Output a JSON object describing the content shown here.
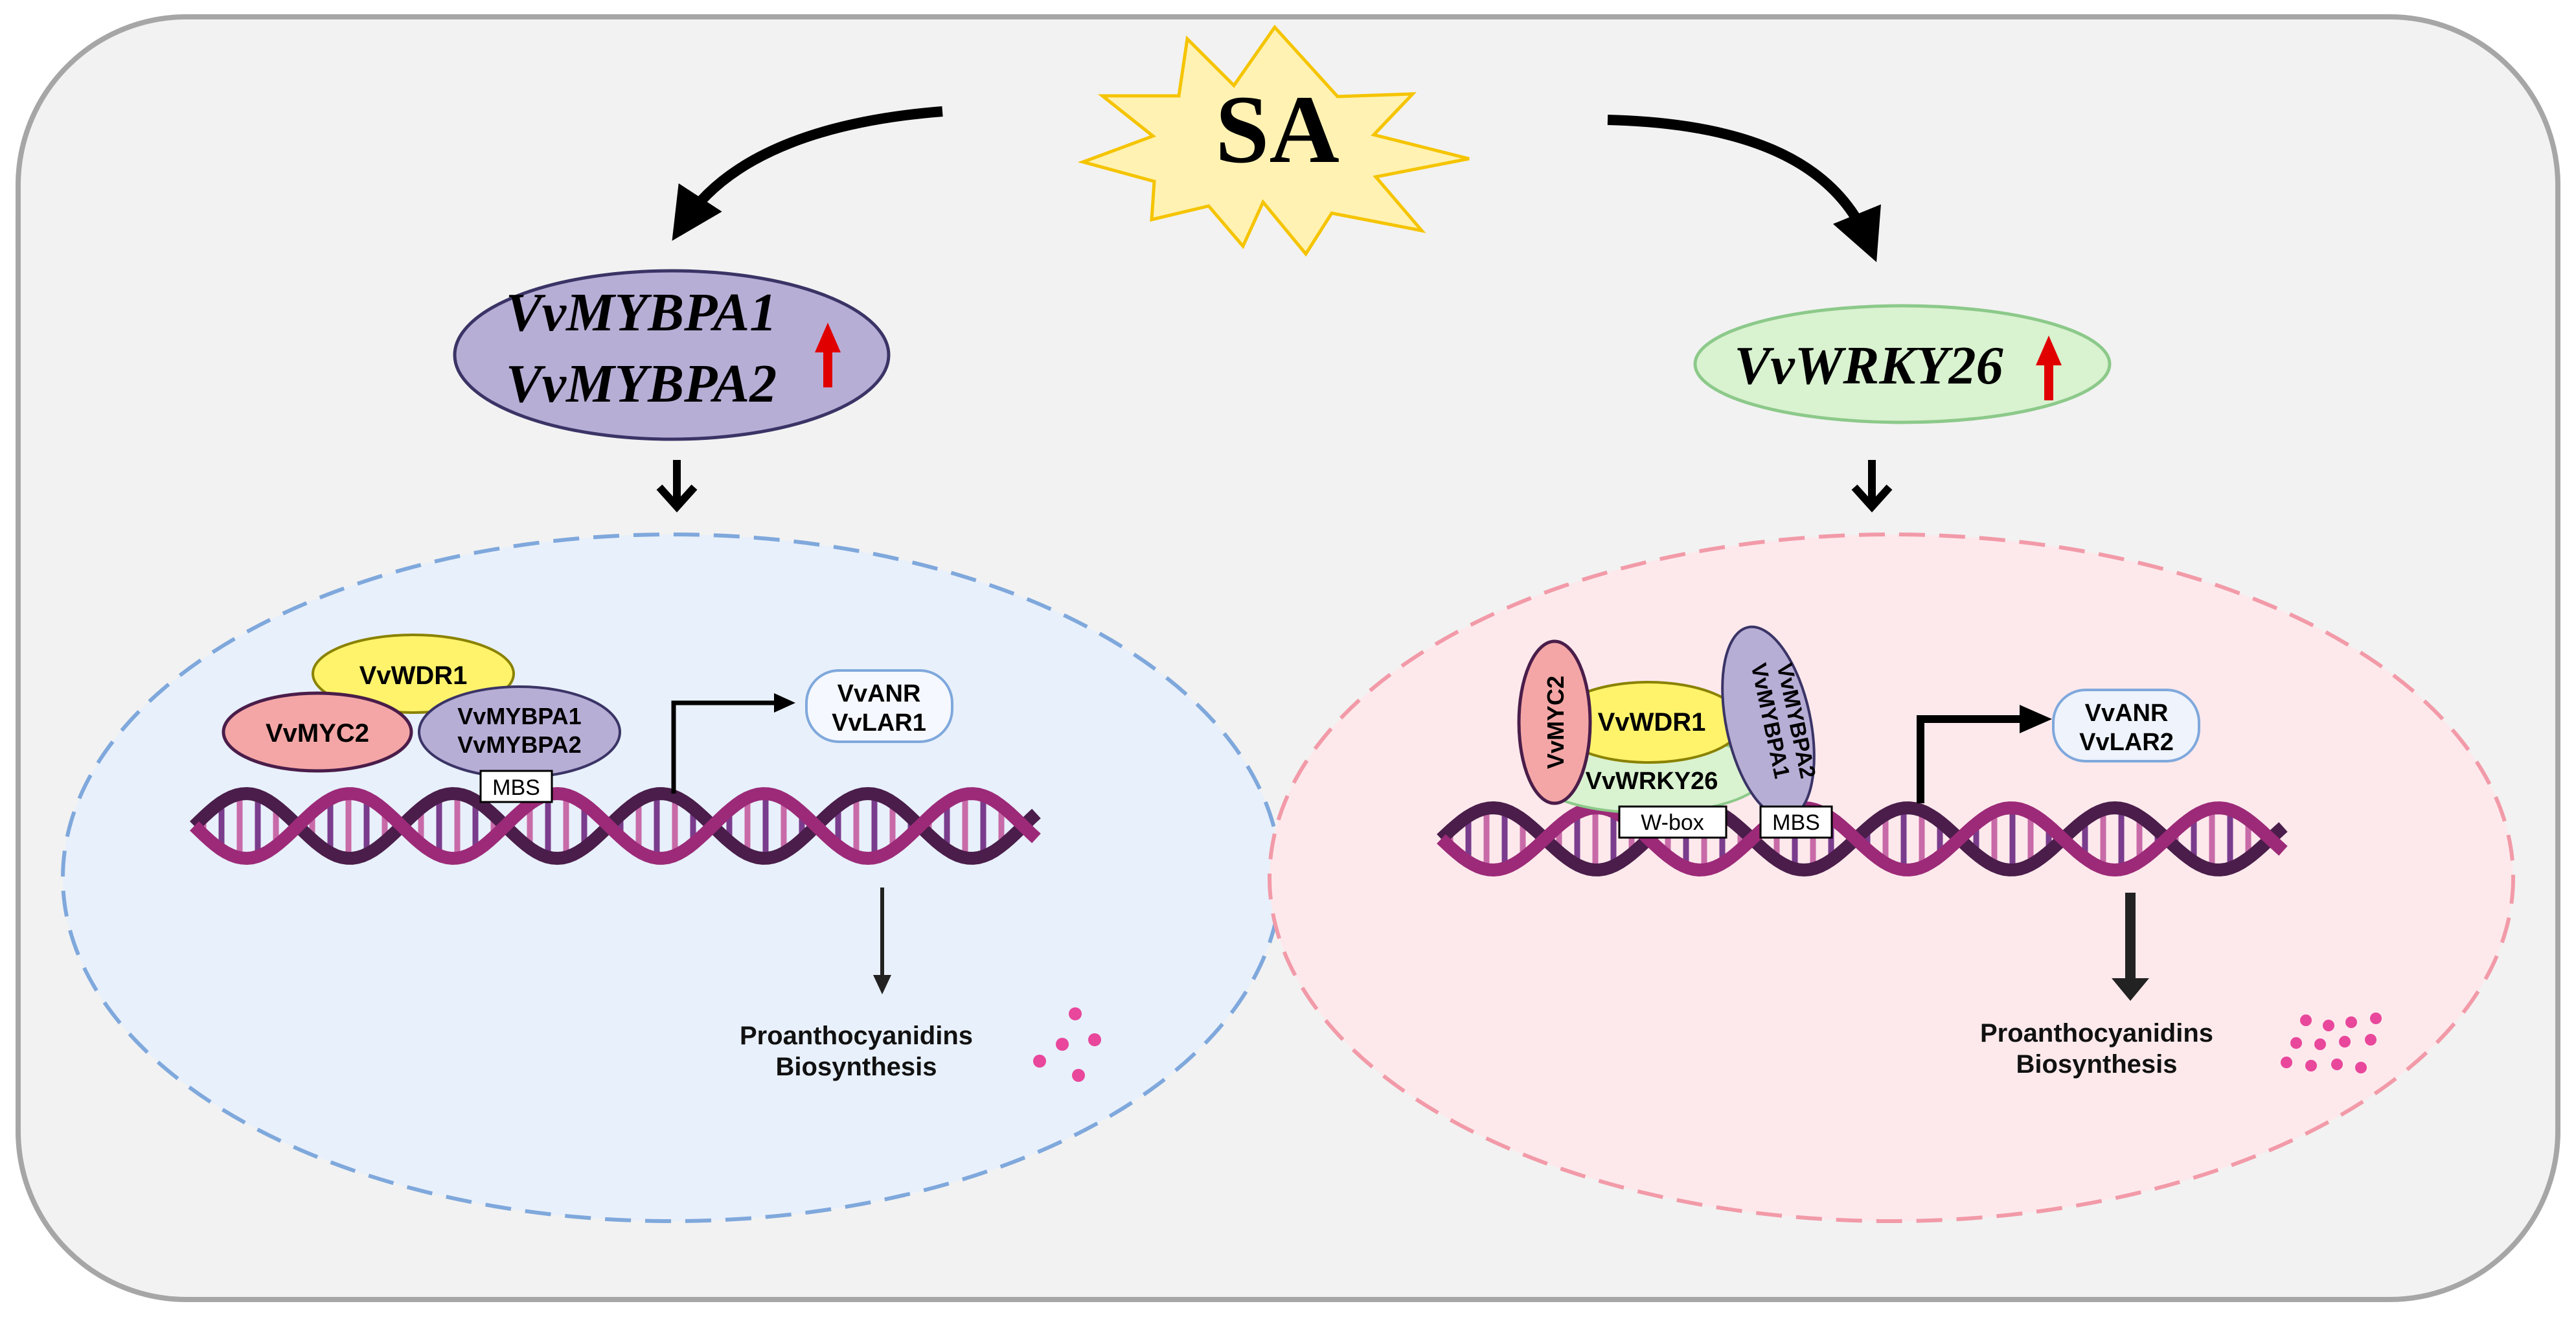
{
  "stimulus": {
    "label": "SA"
  },
  "left_pathway": {
    "genes": [
      "VvMYBPA1",
      "VvMYBPA2"
    ],
    "complex": {
      "wdr": "VvWDR1",
      "myc": "VvMYC2",
      "mybpa_top": "VvMYBPA1",
      "mybpa_bottom": "VvMYBPA2"
    },
    "binding_site": "MBS",
    "targets": [
      "VvANR",
      "VvLAR1"
    ],
    "product": [
      "Proanthocyanidins",
      "Biosynthesis"
    ]
  },
  "right_pathway": {
    "gene": "VvWRKY26",
    "complex": {
      "myc": "VvMYC2",
      "wdr": "VvWDR1",
      "wrky": "VvWRKY26",
      "mybpa_top": "VvMYBPA1",
      "mybpa_bottom": "VvMYBPA2"
    },
    "binding_sites": [
      "W-box",
      "MBS"
    ],
    "targets": [
      "VvANR",
      "VvLAR2"
    ],
    "product": [
      "Proanthocyanidins",
      "Biosynthesis"
    ]
  },
  "colors": {
    "panel_bg": "#f2f2f2",
    "panel_border": "#a6a6a6",
    "sa_fill": "#fff2b3",
    "sa_stroke": "#f5c400",
    "mybpa_fill": "#b7aed6",
    "wrky_fill": "#d9f2d0",
    "wrky_stroke": "#8cc98a",
    "left_nucleus_fill": "#e8f0fb",
    "left_nucleus_stroke": "#7fa8dc",
    "right_nucleus_fill": "#fde9ec",
    "right_nucleus_stroke": "#f29aa8",
    "wdr_fill": "#fff36b",
    "myc_fill": "#f4a6a6",
    "up_arrow": "#e00000",
    "dots": "#e8479b",
    "dna_main": "#9c2a78",
    "dna_dark": "#4a1d4a"
  },
  "icons": [
    "curved-arrow-icon",
    "up-arrow-icon",
    "down-arrow-icon",
    "transcription-start-arrow-icon",
    "dna-helix-icon",
    "product-dots-icon"
  ]
}
